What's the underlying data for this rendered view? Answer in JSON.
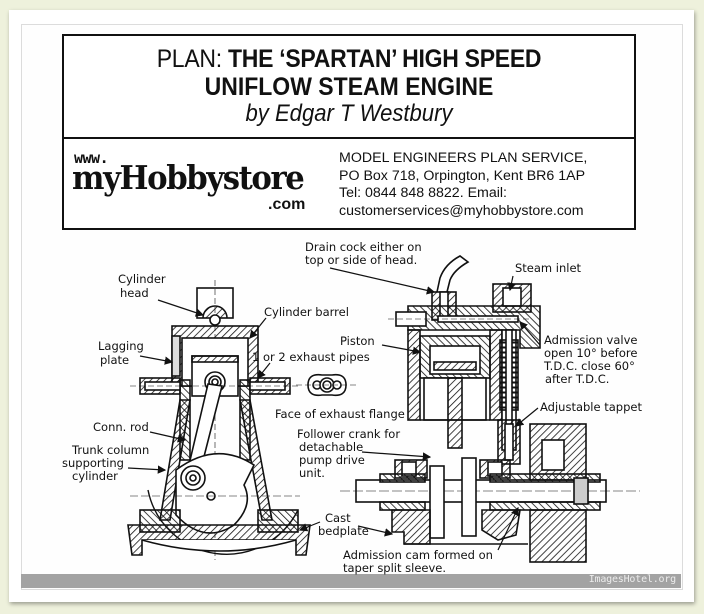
{
  "header": {
    "title_prefix": "PLAN:",
    "title_bold_line1": "THE ‘SPARTAN’ HIGH SPEED",
    "title_line2": "UNIFLOW STEAM ENGINE",
    "byline": "by Edgar T Westbury"
  },
  "logo": {
    "www": "www.",
    "name": "myHobbystore",
    "tld": ".com"
  },
  "contact": {
    "line1": "MODEL ENGINEERS PLAN SERVICE,",
    "line2": "PO Box 718, Orpington, Kent BR6 1AP",
    "line3": "Tel: 0844 848 8822. Email:",
    "line4": "customerservices@myhobbystore.com"
  },
  "drawing": {
    "labels": {
      "cylinder_head_1": "Cylinder",
      "cylinder_head_2": "head",
      "lagging_plate_1": "Lagging",
      "lagging_plate_2": "plate",
      "cylinder_barrel": "Cylinder barrel",
      "exhaust_pipes": "1 or 2 exhaust pipes",
      "exhaust_flange": "Face of exhaust flange",
      "conn_rod": "Conn. rod",
      "trunk_column_1": "Trunk column",
      "trunk_column_2": "supporting",
      "trunk_column_3": "cylinder",
      "drain_cock_1": "Drain cock either on",
      "drain_cock_2": "top or side of head.",
      "steam_inlet": "Steam inlet",
      "piston": "Piston",
      "admission_valve_1": "Admission valve",
      "admission_valve_2": "open 10° before",
      "admission_valve_3": "T.D.C. close 60°",
      "admission_valve_4": "after T.D.C.",
      "adjustable_tappet": "Adjustable tappet",
      "follower_crank_1": "Follower crank for",
      "follower_crank_2": "detachable",
      "follower_crank_3": "pump drive",
      "follower_crank_4": "unit.",
      "cast_bedplate_1": "Cast",
      "cast_bedplate_2": "bedplate",
      "admission_cam_1": "Admission cam formed on",
      "admission_cam_2": "taper split sleeve."
    }
  },
  "watermark": "ImagesHotel.org",
  "colors": {
    "page_bg": "#eef1dc",
    "ink": "#111111",
    "footer_bar": "#a3a3a3"
  }
}
